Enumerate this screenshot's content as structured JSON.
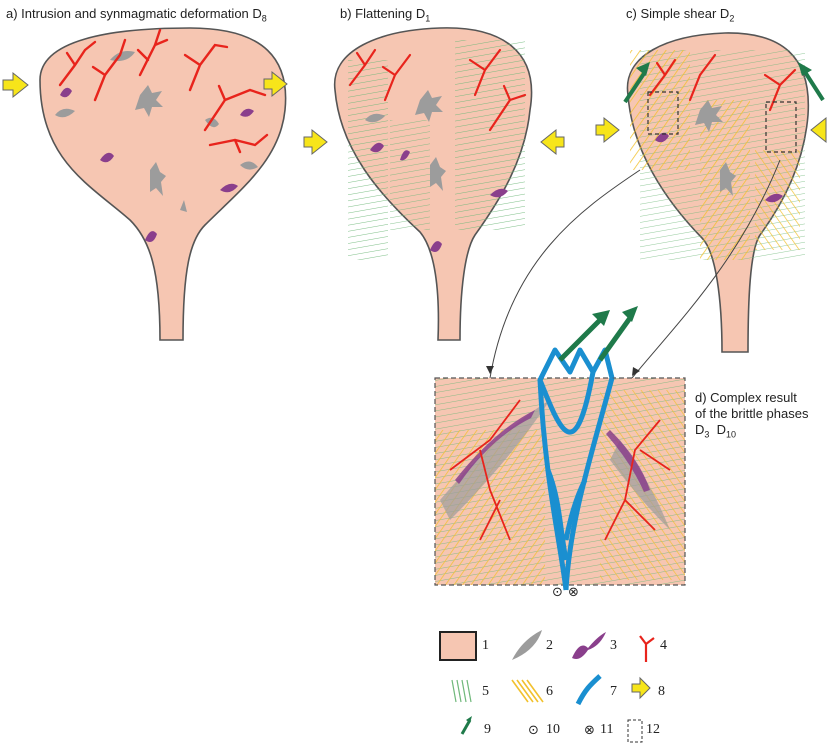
{
  "panels": {
    "a": {
      "title": "a) Intrusion and synmagmatic deformation D",
      "sub": "8"
    },
    "b": {
      "title": "b) Flattening D",
      "sub": "1"
    },
    "c": {
      "title": "c) Simple shear D",
      "sub": "2"
    },
    "d": {
      "line1": "d) Complex result",
      "line2": "of the brittle phases",
      "line3": "D",
      "sub3a": "3",
      "sub3b": "10"
    }
  },
  "symbols": {
    "dot": "⊙",
    "cross": "⊗"
  },
  "legend": [
    {
      "num": "1",
      "icon": "pink-box-icon"
    },
    {
      "num": "2",
      "icon": "grey-enclave-icon"
    },
    {
      "num": "3",
      "icon": "purple-schlieren-icon"
    },
    {
      "num": "4",
      "icon": "red-vein-icon"
    },
    {
      "num": "5",
      "icon": "green-lines-icon"
    },
    {
      "num": "6",
      "icon": "yellow-lines-icon"
    },
    {
      "num": "7",
      "icon": "blue-fault-icon"
    },
    {
      "num": "8",
      "icon": "yellow-arrow-icon"
    },
    {
      "num": "9",
      "icon": "green-arrow-icon"
    },
    {
      "num": "10",
      "icon": "dot-circle-icon"
    },
    {
      "num": "11",
      "icon": "cross-circle-icon"
    },
    {
      "num": "12",
      "icon": "dashed-box-icon"
    }
  ],
  "colors": {
    "granite": "#f6c6b2",
    "enclave": "#9c9c9c",
    "schlieren": "#8a3f8c",
    "vein": "#e8241c",
    "shear_green": "#6fb87a",
    "shear_yellow": "#f2c12e",
    "fault": "#1a8fd0",
    "arrow_yellow": "#f7e51a",
    "arrow_green": "#1f7a4a"
  }
}
